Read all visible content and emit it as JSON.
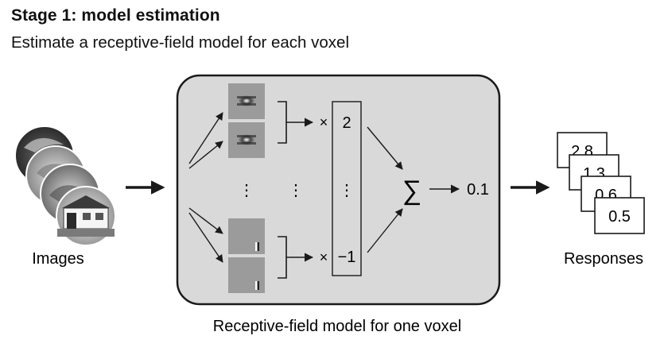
{
  "header": {
    "title": "Stage 1: model estimation",
    "subtitle": "Estimate a receptive-field model for each voxel"
  },
  "images_label": "Images",
  "model": {
    "caption": "Receptive-field model for one voxel",
    "multiply_symbol": "×",
    "ellipsis": "⋮",
    "weights": [
      "2",
      "−1"
    ],
    "sum_symbol": "∑",
    "output": "0.1"
  },
  "responses": {
    "label": "Responses",
    "cards": [
      "2.8",
      "1.3",
      "0.6",
      "0.5"
    ]
  },
  "colors": {
    "panel_fill": "#d9d9d9",
    "filter_fill": "#9b9b9b",
    "arrow": "#1a1a1a"
  }
}
